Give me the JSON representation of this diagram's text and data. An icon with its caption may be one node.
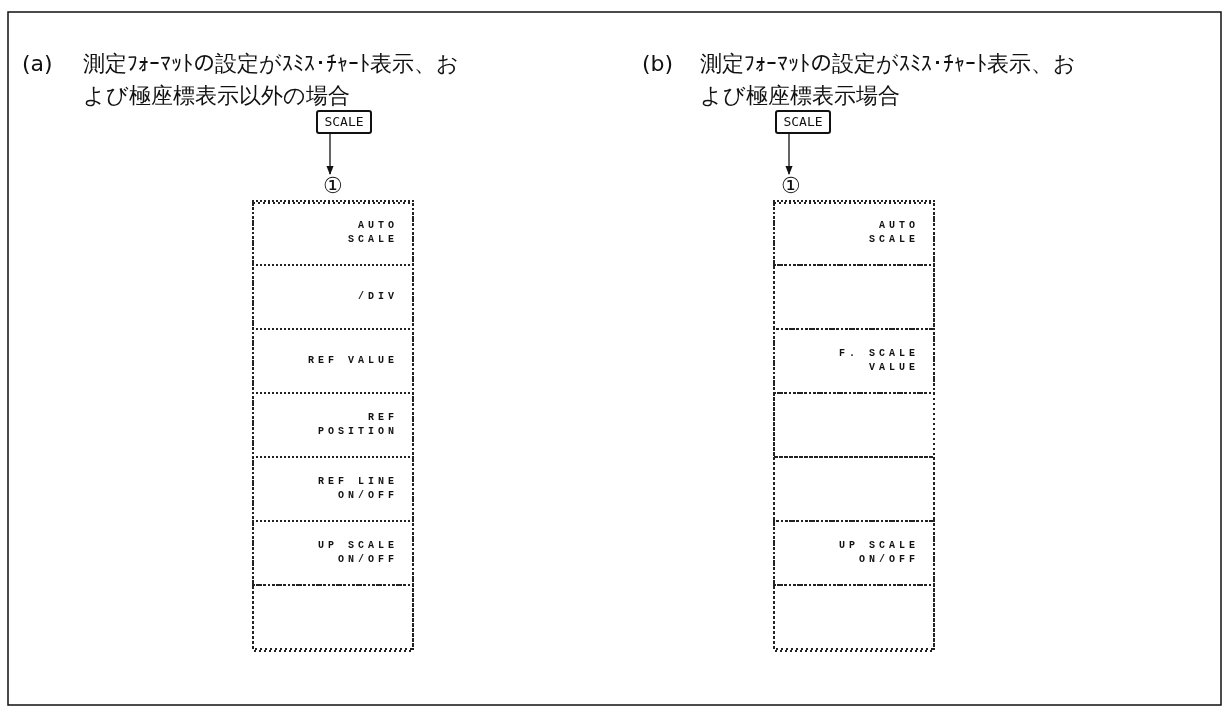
{
  "diagram": {
    "nodes": [
      {
        "text": [
          "SCALE"
        ]
      },
      {
        "text": [
          "①"
        ]
      },
      {
        "text": [],
        "shape": "box"
      },
      {
        "text": [
          "AUTO SCALE"
        ],
        "in": 2
      },
      {
        "text": [
          "/DIV"
        ],
        "in": 2
      },
      {
        "text": [
          "REF VALUE"
        ],
        "in": 2
      },
      {
        "text": [
          "REF POSITION"
        ],
        "in": 2
      },
      {
        "text": [
          "REF LINE ON/OFF"
        ],
        "in": 2
      },
      {
        "text": [
          "UP SCALE ON/OFF"
        ],
        "in": 2
      },
      {
        "text": [],
        "shape": "box",
        "in": 2
      },
      {
        "text": [
          "SCALE"
        ]
      },
      {
        "text": [
          "①"
        ]
      },
      {
        "text": [],
        "shape": "box"
      },
      {
        "text": [
          "AUTO SCALE"
        ],
        "in": 12
      },
      {
        "text": [],
        "shape": "box",
        "in": 12
      },
      {
        "text": [
          "F. SCALE VALUE"
        ],
        "in": 12
      },
      {
        "text": [],
        "shape": "box",
        "in": 12
      },
      {
        "text": [],
        "shape": "box",
        "in": 12
      },
      {
        "text": [
          "UP SCALE ON/OFF"
        ],
        "in": 12
      },
      {
        "text": [],
        "shape": "box",
        "in": 12
      }
    ],
    "edges": [
      {
        "from": 0,
        "to": 1,
        "arrow": "to"
      },
      {
        "from": 10,
        "to": 11,
        "arrow": "to"
      }
    ],
    "labels": [
      "(a)",
      "測定ﾌｫｰﾏｯﾄの設定がｽﾐｽ･ﾁｬｰﾄ表示、および極座標表示以外の場合",
      "(b)",
      "測定ﾌｫｰﾏｯﾄの設定がｽﾐｽ･ﾁｬｰﾄ表示、および極座標表示場合"
    ]
  }
}
